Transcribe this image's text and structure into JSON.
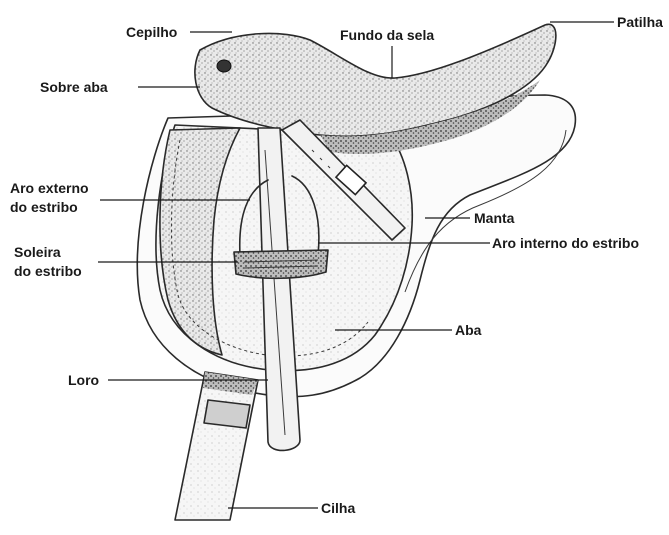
{
  "labels": {
    "cepilho": "Cepilho",
    "fundo_da_sela": "Fundo da sela",
    "patilha": "Patilha",
    "sobre_aba": "Sobre aba",
    "aro_externo_1": "Aro externo",
    "aro_externo_2": "do estribo",
    "manta": "Manta",
    "aro_interno": "Aro interno do estribo",
    "soleira_1": "Soleira",
    "soleira_2": "do estribo",
    "aba": "Aba",
    "loro": "Loro",
    "cilha": "Cilha"
  }
}
